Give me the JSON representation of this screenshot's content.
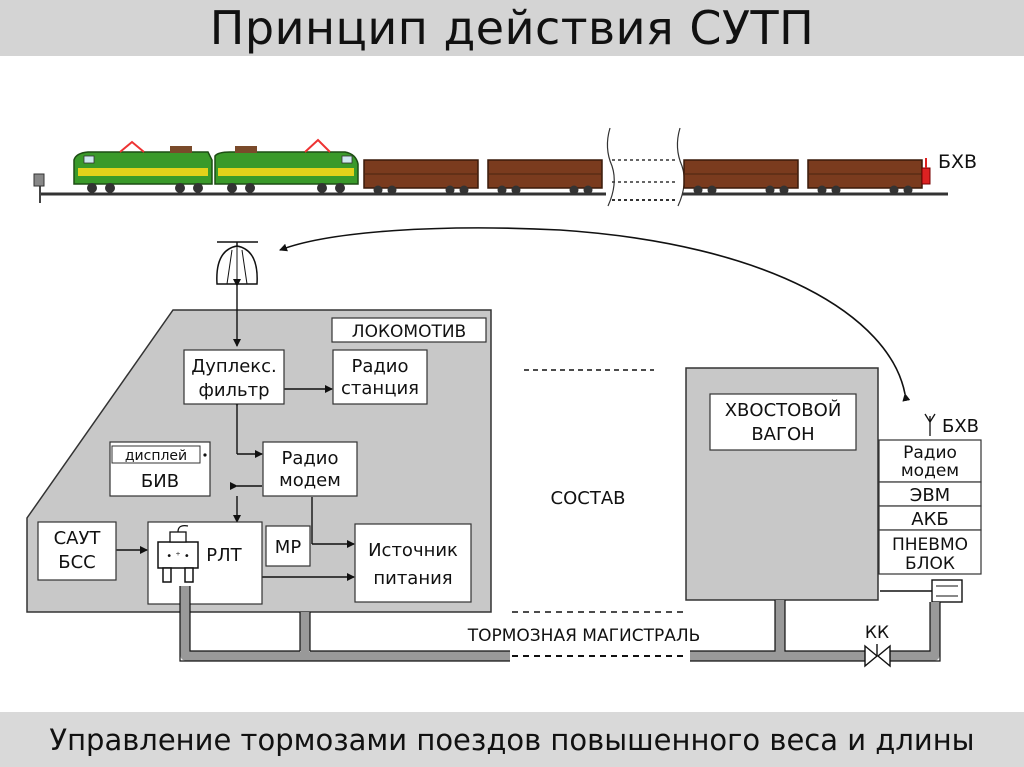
{
  "header": {
    "title": "Принцип действия СУТП"
  },
  "footer": {
    "subtitle": "Управление тормозами поездов повышенного веса и длины"
  },
  "train": {
    "label_bxv": "БХВ"
  },
  "locomotive": {
    "title": "ЛОКОМОТИВ",
    "duplex_filter": [
      "Дуплекс.",
      "фильтр"
    ],
    "radio_station": [
      "Радио",
      "станция"
    ],
    "display_label": "дисплей",
    "biv": "БИВ",
    "radio_modem": [
      "Радио",
      "модем"
    ],
    "saut": [
      "САУТ",
      "БСС"
    ],
    "rlt": "РЛТ",
    "mr": "МР",
    "power_source": [
      "Источник",
      "питания"
    ]
  },
  "train_body": {
    "label": "СОСТАВ"
  },
  "tail_car": {
    "title": [
      "ХВОСТОВОЙ",
      "ВАГОН"
    ],
    "bxv": "БХВ",
    "modules": {
      "radio_modem": [
        "Радио",
        "модем"
      ],
      "evm": "ЭВМ",
      "akb": "АКБ",
      "pneumo": [
        "ПНЕВМО",
        "БЛОК"
      ]
    }
  },
  "brake_line": {
    "label": "ТОРМОЗНАЯ МАГИСТРАЛЬ",
    "valve": "КК"
  },
  "colors": {
    "panel_gray": "#c8c8c8",
    "loco_green": "#3a9a2a",
    "loco_yellow": "#e3d21a",
    "wagon_brown": "#7a3b1e",
    "pipe_gray": "#999999"
  }
}
